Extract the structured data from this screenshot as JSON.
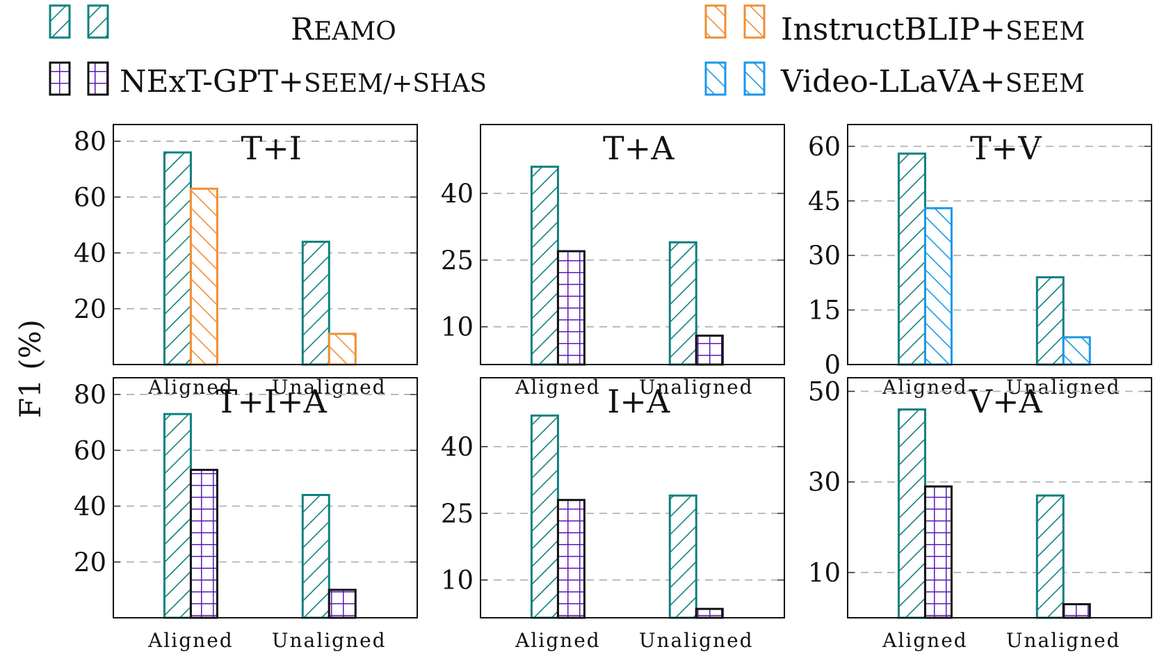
{
  "ylabel": "F1 (%)",
  "legend": [
    {
      "key": "reamo",
      "label_main": "R",
      "label_sc": "EAMO",
      "pattern": "hatch-reamo",
      "color": "#0f8080"
    },
    {
      "key": "instructblip",
      "label_main": "InstructBLIP+",
      "label_sc": "SEEM",
      "pattern": "hatch-orange",
      "color": "#ef8f34"
    },
    {
      "key": "nextgpt",
      "label_main": "NExT-GPT+",
      "label_sc": "SEEM/+SHAS",
      "pattern": "grid-purple",
      "color": "#5b18b8"
    },
    {
      "key": "videollava",
      "label_main": "Video-LLaVA+",
      "label_sc": "SEEM",
      "pattern": "hatch-blue",
      "color": "#1a98e8"
    }
  ],
  "chart_data": [
    {
      "type": "bar",
      "title": "T+I",
      "categories": [
        "Aligned",
        "Unaligned"
      ],
      "ylim": [
        0,
        86
      ],
      "yticks": [
        20,
        40,
        60,
        80
      ],
      "grid": true,
      "series": [
        {
          "key": "reamo",
          "values": [
            76,
            44
          ]
        },
        {
          "key": "instructblip",
          "values": [
            63,
            11
          ]
        }
      ]
    },
    {
      "type": "bar",
      "title": "T+A",
      "categories": [
        "Aligned",
        "Unaligned"
      ],
      "ylim": [
        1.5,
        55.5
      ],
      "yticks": [
        10,
        25,
        40
      ],
      "grid": true,
      "series": [
        {
          "key": "reamo",
          "values": [
            46,
            29
          ]
        },
        {
          "key": "nextgpt",
          "values": [
            27,
            8
          ]
        }
      ]
    },
    {
      "type": "bar",
      "title": "T+V",
      "categories": [
        "Aligned",
        "Unaligned"
      ],
      "ylim": [
        0,
        66
      ],
      "yticks": [
        0,
        15,
        30,
        45,
        60
      ],
      "grid": true,
      "series": [
        {
          "key": "reamo",
          "values": [
            58,
            24
          ]
        },
        {
          "key": "videollava",
          "values": [
            43,
            7.5
          ]
        }
      ]
    },
    {
      "type": "bar",
      "title": "T+I+A",
      "categories": [
        "Aligned",
        "Unaligned"
      ],
      "ylim": [
        0,
        86
      ],
      "yticks": [
        20,
        40,
        60,
        80
      ],
      "grid": true,
      "series": [
        {
          "key": "reamo",
          "values": [
            73,
            44
          ]
        },
        {
          "key": "nextgpt",
          "values": [
            53,
            10
          ]
        }
      ]
    },
    {
      "type": "bar",
      "title": "I+A",
      "categories": [
        "Aligned",
        "Unaligned"
      ],
      "ylim": [
        1.5,
        55.5
      ],
      "yticks": [
        10,
        25,
        40
      ],
      "grid": true,
      "series": [
        {
          "key": "reamo",
          "values": [
            47,
            29
          ]
        },
        {
          "key": "nextgpt",
          "values": [
            28,
            3.5
          ]
        }
      ]
    },
    {
      "type": "bar",
      "title": "V+A",
      "categories": [
        "Aligned",
        "Unaligned"
      ],
      "ylim": [
        0,
        53
      ],
      "yticks": [
        10,
        30,
        50
      ],
      "grid": true,
      "series": [
        {
          "key": "reamo",
          "values": [
            46,
            27
          ]
        },
        {
          "key": "nextgpt",
          "values": [
            29,
            3
          ]
        }
      ]
    }
  ]
}
